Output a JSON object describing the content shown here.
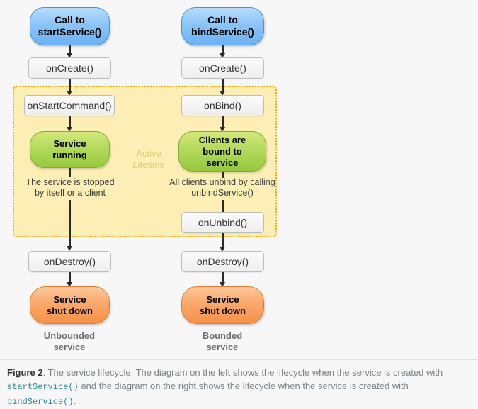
{
  "figure": {
    "background_color": "#f7f7f7",
    "active_region": {
      "label_line1": "Active",
      "label_line2": "Lifetime",
      "fill_color": "#fdeeb5",
      "border_color": "#f0a800"
    },
    "columns": [
      {
        "id": "unbounded",
        "caption_line1": "Unbounded",
        "caption_line2": "service",
        "start_node_line1": "Call to",
        "start_node_line2": "startService()"
      },
      {
        "id": "bounded",
        "caption_line1": "Bounded",
        "caption_line2": "service",
        "start_node_line1": "Call to",
        "start_node_line2": "bindService()"
      }
    ],
    "nodes": {
      "left_start_line1": "Call to",
      "left_start_line2": "startService()",
      "left_oncreate": "onCreate()",
      "left_onstartcommand": "onStartCommand()",
      "left_running_line1": "Service",
      "left_running_line2": "running",
      "left_annot_line1": "The service is stopped",
      "left_annot_line2": "by itself or a client",
      "left_ondestroy": "onDestroy()",
      "left_shutdown_line1": "Service",
      "left_shutdown_line2": "shut down",
      "right_start_line1": "Call to",
      "right_start_line2": "bindService()",
      "right_oncreate": "onCreate()",
      "right_onbind": "onBind()",
      "right_bound_line1": "Clients are",
      "right_bound_line2": "bound to",
      "right_bound_line3": "service",
      "right_annot_line1": "All clients unbind by calling",
      "right_annot_line2": "unbindService()",
      "right_onunbind": "onUnbind()",
      "right_ondestroy": "onDestroy()",
      "right_shutdown_line1": "Service",
      "right_shutdown_line2": "shut down"
    },
    "colors": {
      "blue_node": "#8cc4f7",
      "green_node": "#b4da5e",
      "orange_node": "#f9a86c",
      "gray_node": "#eeeeee",
      "region_fill": "#fdeeb5",
      "region_border": "#f0a800",
      "active_label": "#d9d178",
      "arrow": "#2b2b2b"
    }
  },
  "caption": {
    "figure_label": "Figure 2",
    "text_part1": ". The service lifecycle. The diagram on the left shows the lifecycle when the service is created with ",
    "code1": "startService()",
    "text_part2": " and the diagram on the right shows the lifecycle when the service is created with ",
    "code2": "bindService()",
    "text_part3": "."
  }
}
